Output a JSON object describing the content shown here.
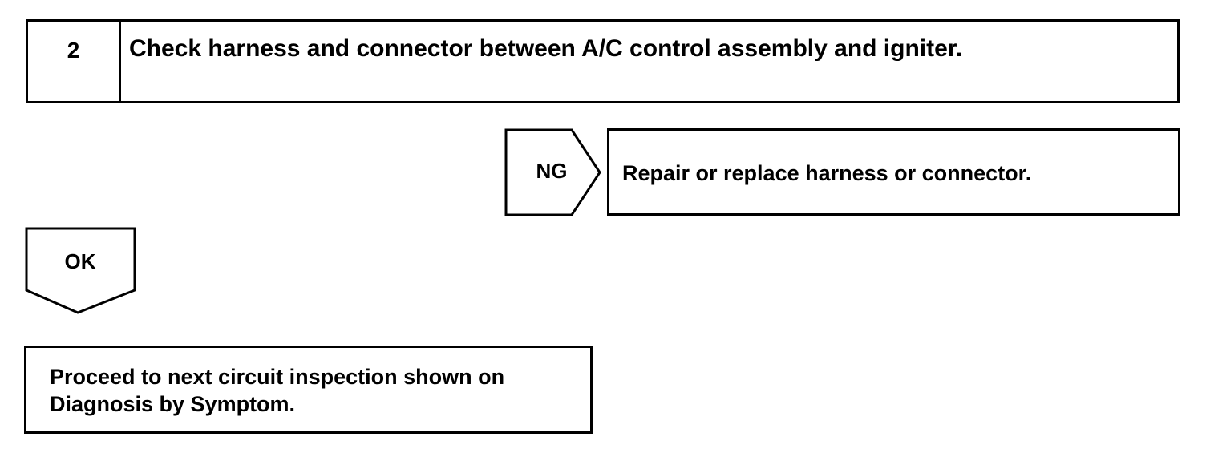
{
  "step": {
    "number": "2",
    "title": "Check harness and connector between A/C control assembly and igniter."
  },
  "ng_branch": {
    "label": "NG",
    "action": "Repair or replace harness or connector."
  },
  "ok_branch": {
    "label": "OK",
    "action_line1": "Proceed to next circuit inspection shown on",
    "action_line2": "Diagnosis by Symptom."
  }
}
